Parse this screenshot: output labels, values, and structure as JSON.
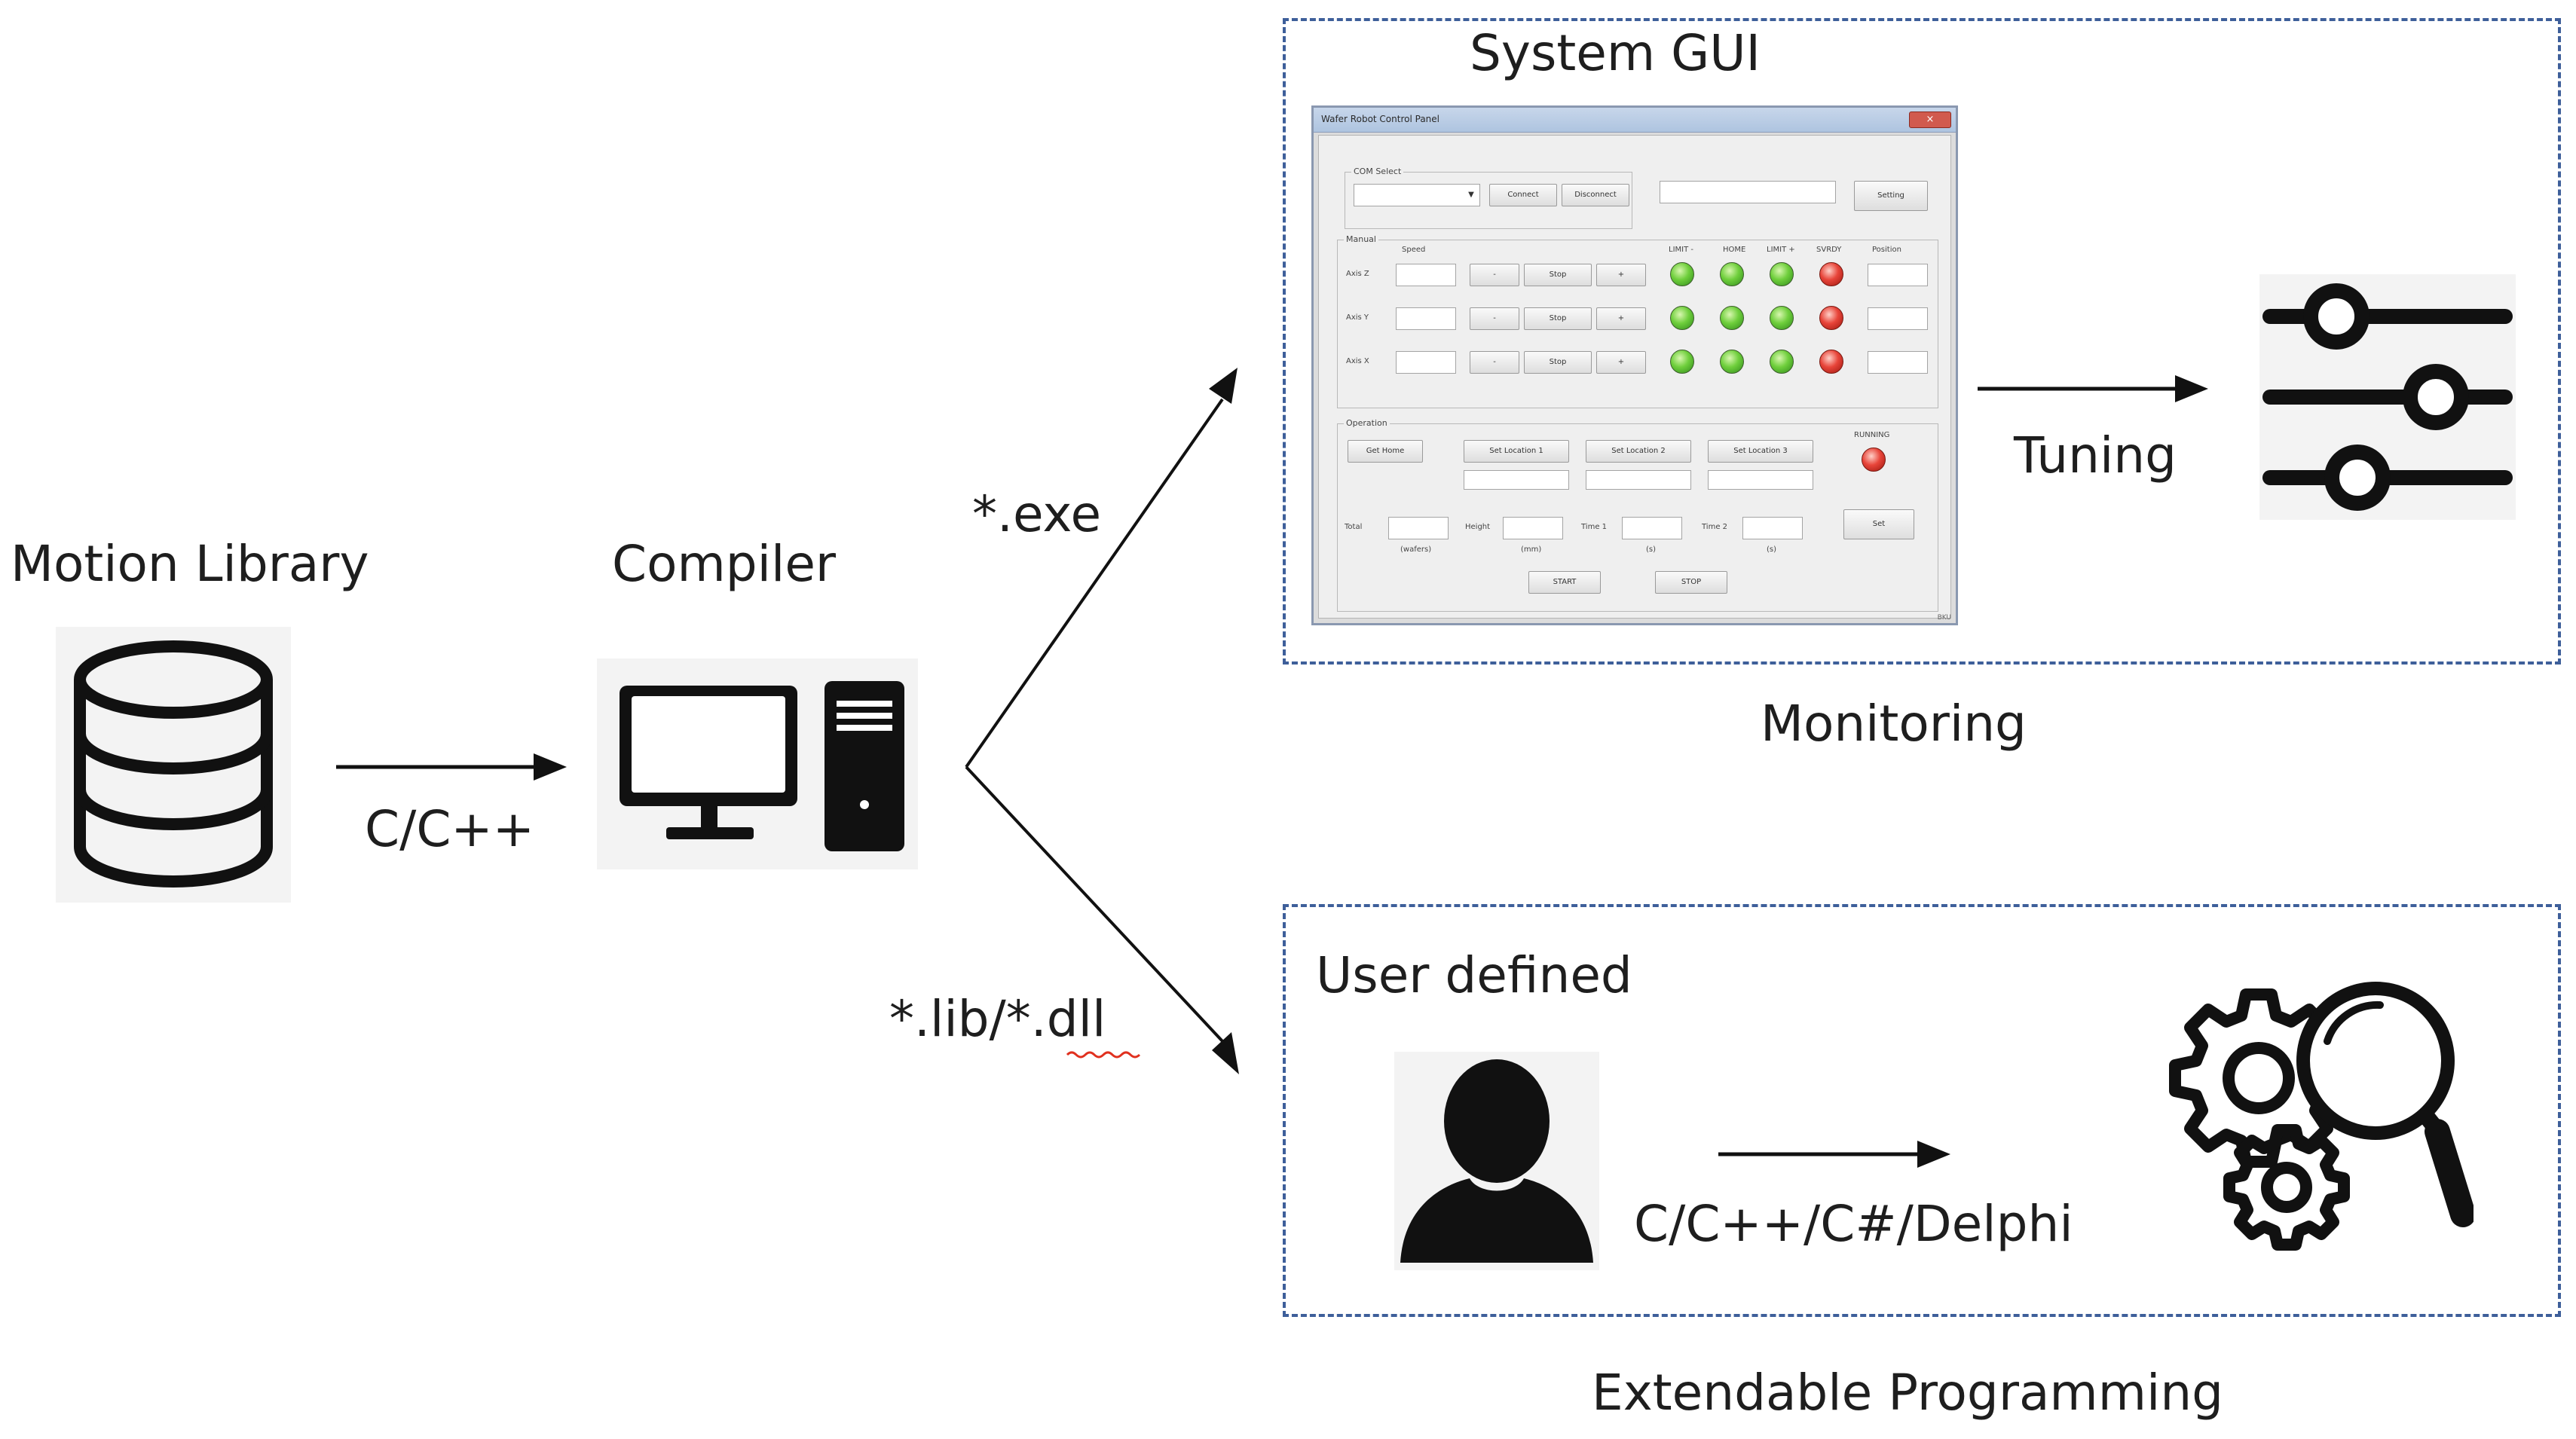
{
  "labels": {
    "motion_library": "Motion Library",
    "compiler": "Compiler",
    "c_cpp": "C/C++",
    "exe": "*.exe",
    "lib_dll": "*.lib/*.dll",
    "system_gui": "System GUI",
    "tuning": "Tuning",
    "monitoring": "Monitoring",
    "user_defined": "User defined",
    "languages": "C/C++/C#/Delphi",
    "extendable_programming": "Extendable Programming"
  },
  "gui": {
    "window_title": "Wafer Robot Control Panel",
    "close": "×",
    "com_select": "COM Select",
    "connect": "Connect",
    "disconnect": "Disconnect",
    "setting": "Setting",
    "manual": "Manual",
    "speed": "Speed",
    "limit_minus": "LIMIT -",
    "home": "HOME",
    "limit_plus": "LIMIT +",
    "svrdy": "SVRDY",
    "position": "Position",
    "axis_z": "Axis Z",
    "axis_y": "Axis Y",
    "axis_x": "Axis X",
    "minus": "-",
    "stop": "Stop",
    "plus": "+",
    "operation": "Operation",
    "get_home": "Get Home",
    "set_loc_1": "Set Location 1",
    "set_loc_2": "Set Location 2",
    "set_loc_3": "Set Location 3",
    "running": "RUNNING",
    "total": "Total",
    "wafers": "(wafers)",
    "height": "Height",
    "mm": "(mm)",
    "time1": "Time 1",
    "time2": "Time 2",
    "sec": "(s)",
    "set": "Set",
    "start": "START",
    "stop_op": "STOP",
    "grip": "BKU"
  },
  "colors": {
    "dash_border": "#3e5f9a",
    "arrow": "#111111",
    "led_green": "#6fcf3c",
    "led_red": "#e8453a",
    "spell_underline": "#e0301e"
  },
  "icons": [
    "database-icon",
    "desktop-computer-icon",
    "sliders-icon",
    "user-icon",
    "gears-magnifier-icon"
  ]
}
